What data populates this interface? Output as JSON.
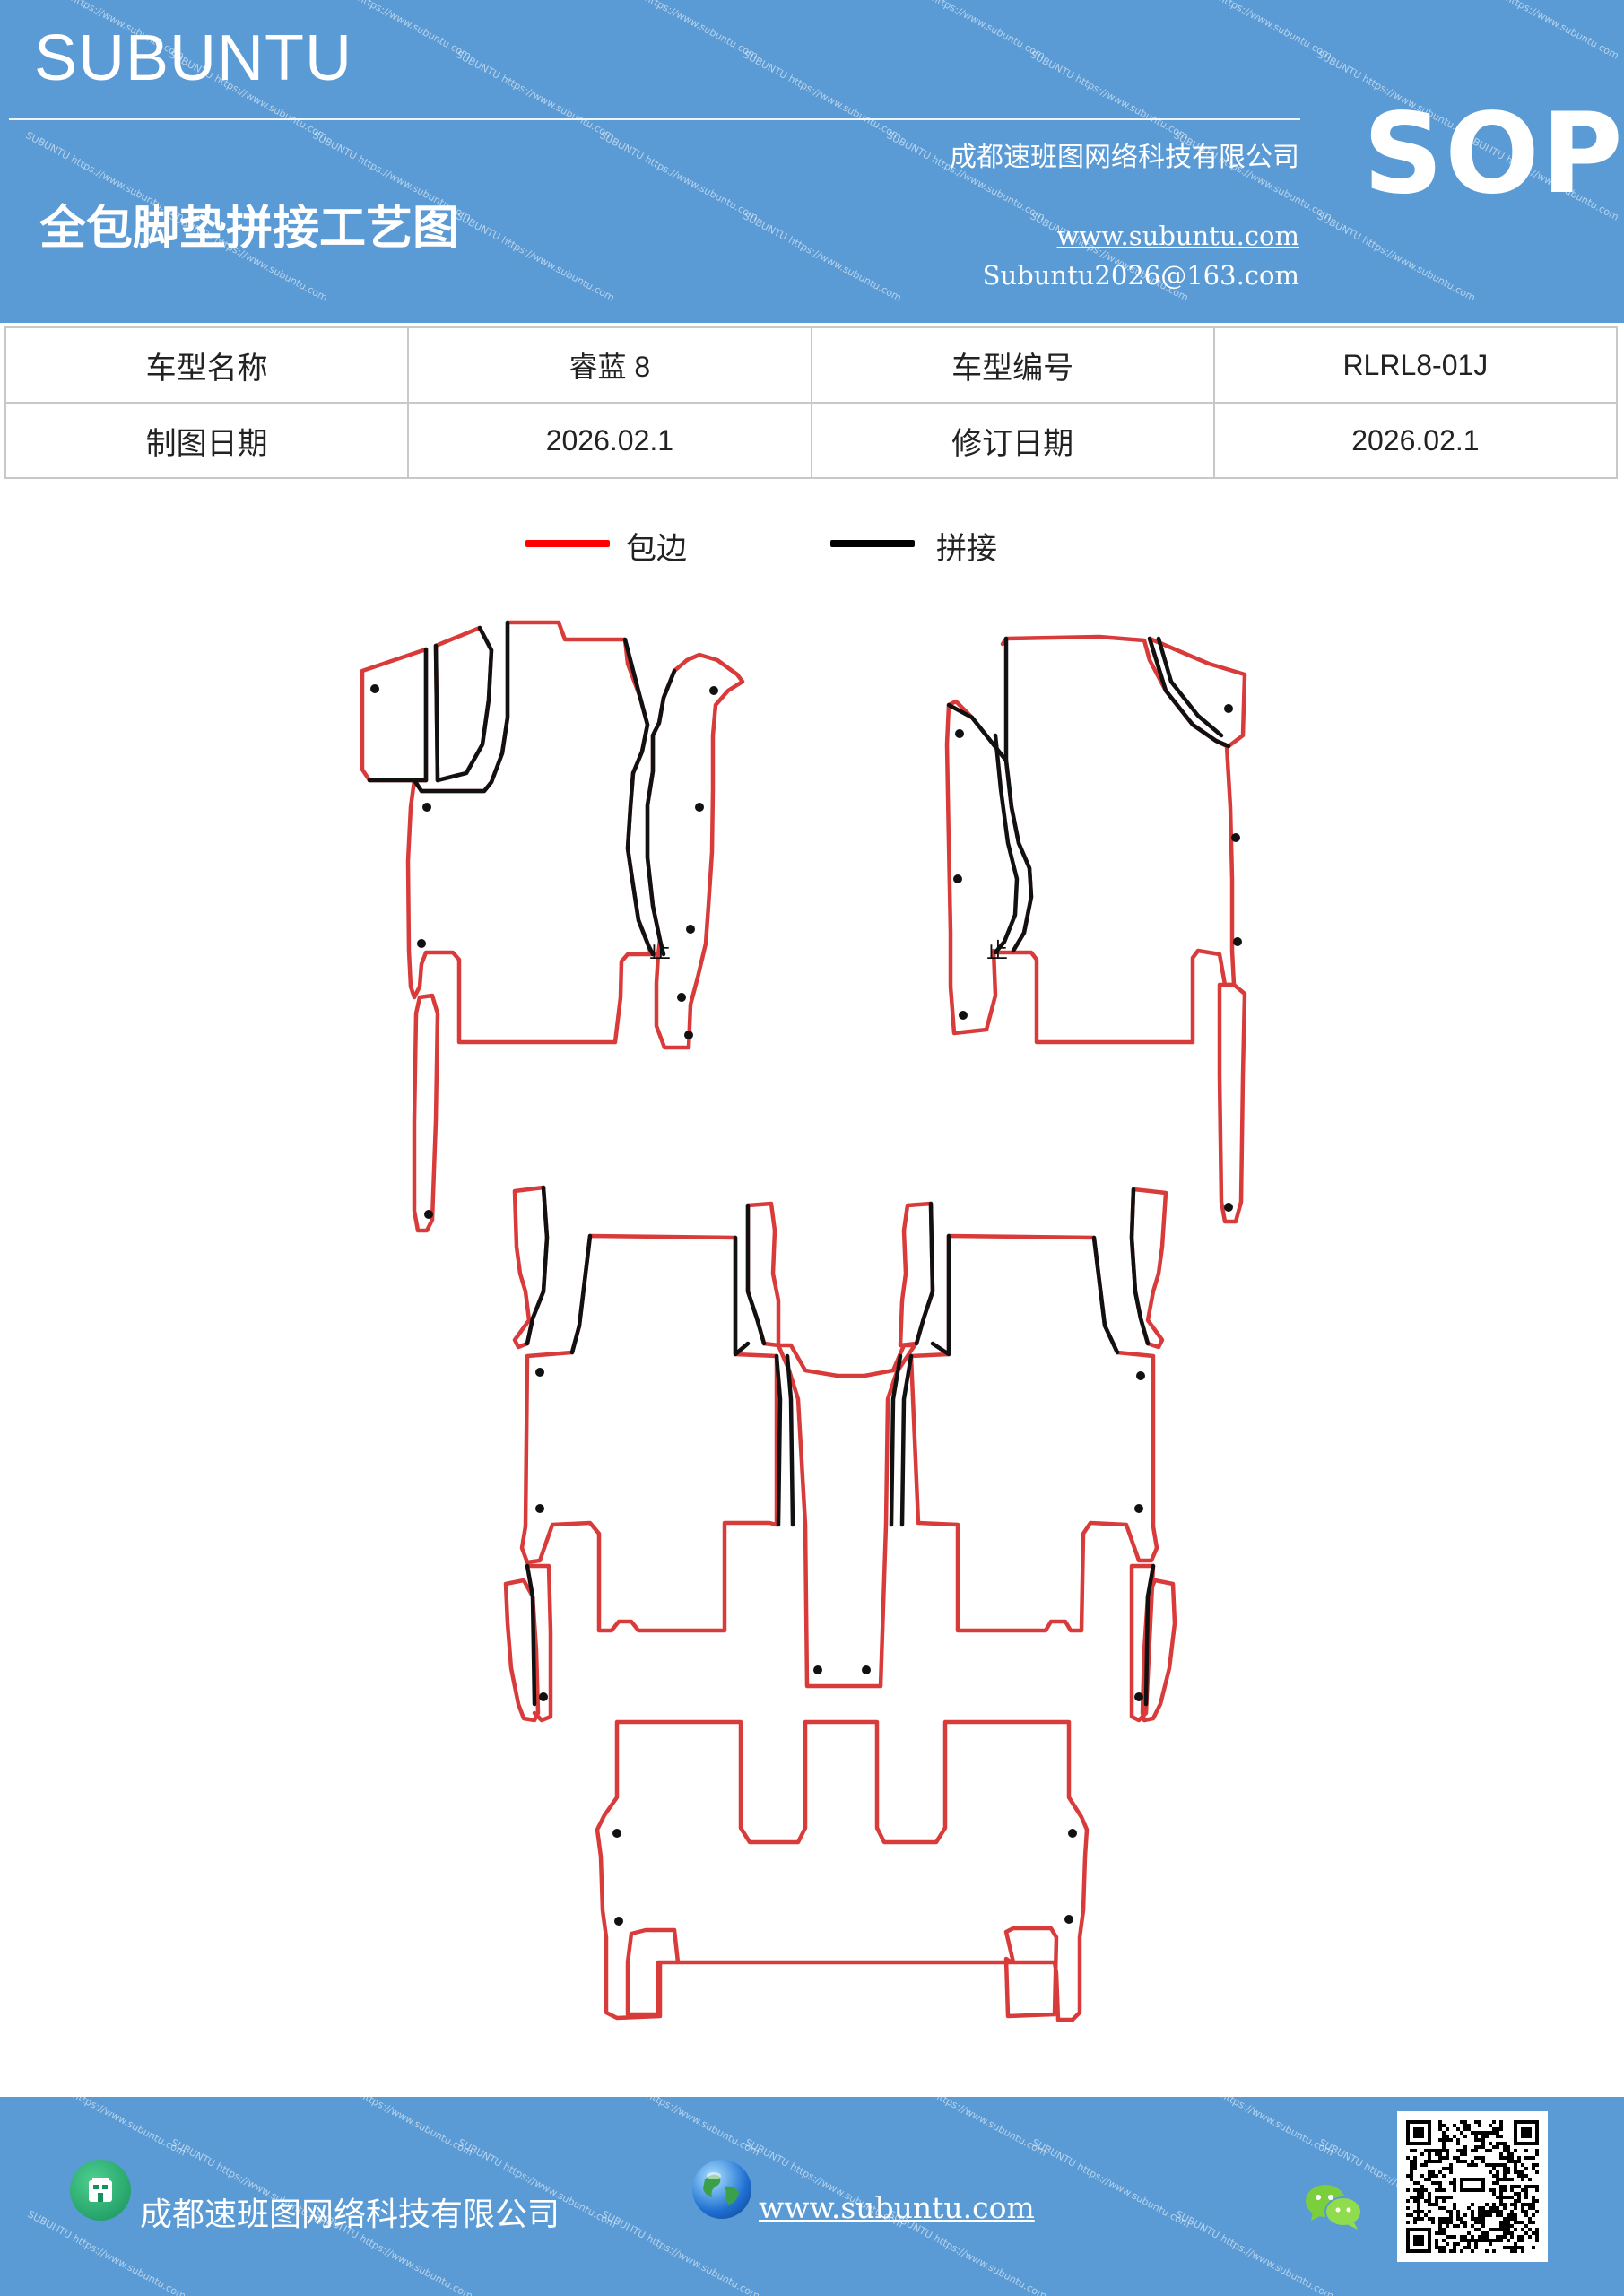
{
  "header": {
    "brand": "SUBUNTU",
    "title": "全包脚垫拼接工艺图",
    "company": "成都速班图网络科技有限公司",
    "website": "www.subuntu.com",
    "email": "Subuntu2026@163.com",
    "badge": "SOP"
  },
  "info": {
    "model_name_label": "车型名称",
    "model_name_value": "睿蓝 8",
    "model_code_label": "车型编号",
    "model_code_value": "RLRL8-01J",
    "draw_date_label": "制图日期",
    "draw_date_value": "2026.02.1",
    "revise_date_label": "修订日期",
    "revise_date_value": "2026.02.1"
  },
  "legend": {
    "edge_label": "包边",
    "edge_color": "#ff0000",
    "splice_label": "拼接",
    "splice_color": "#000000"
  },
  "diagram": {
    "edge_color": "#d93a3a",
    "splice_color": "#111111",
    "marker_symbol": "止",
    "watermark": "SUBUNTU https://www.subuntu.com"
  },
  "footer": {
    "company": "成都速班图网络科技有限公司",
    "website": "www.subuntu.com",
    "home_icon": "building-icon",
    "globe_icon": "globe-icon",
    "wechat_icon": "wechat-icon"
  }
}
